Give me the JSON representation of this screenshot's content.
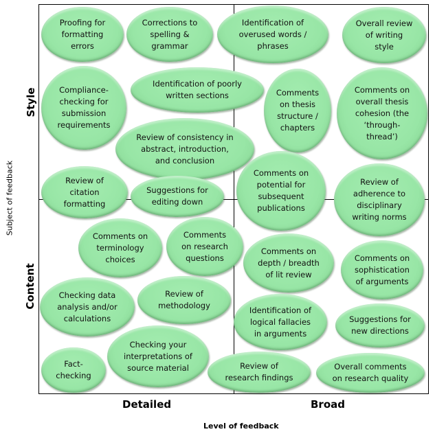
{
  "axes": {
    "x_title": "Level of feedback",
    "y_title": "Subject of feedback",
    "x_categories": [
      "Detailed",
      "Broad"
    ],
    "y_categories": [
      "Style",
      "Content"
    ]
  },
  "quadrants": {
    "style_detailed": [
      "Proofing for\nformatting\nerrors",
      "Corrections to\nspelling &\ngrammar",
      "Compliance-\nchecking for\nsubmission\nrequirements",
      "Identification of poorly\nwritten sections",
      "Review of consistency in\nabstract, introduction,\nand conclusion",
      "Review of\ncitation\nformatting",
      "Suggestions for\nediting down"
    ],
    "style_broad": [
      "Identification of\noverused words /\nphrases",
      "Overall review\nof writing\nstyle",
      "Comments\non thesis\nstructure /\nchapters",
      "Comments on\noverall thesis\ncohesion (the\n‘through-\nthread’)",
      "Comments on\npotential for\nsubsequent\npublications",
      "Review of\nadherence to\ndisciplinary\nwriting norms"
    ],
    "content_detailed": [
      "Comments on\nterminology\nchoices",
      "Comments\non research\nquestions",
      "Checking data\nanalysis and/or\ncalculations",
      "Review of\nmethodology",
      "Checking your\ninterpretations of\nsource material",
      "Fact-\nchecking"
    ],
    "content_broad": [
      "Comments on\ndepth / breadth\nof lit review",
      "Comments on\nsophistication\nof arguments",
      "Identification of\nlogical fallacies\nin arguments",
      "Suggestions for\nnew directions",
      "Review of\nresearch findings",
      "Overall comments\non research quality"
    ]
  },
  "colors": {
    "bubble_fill": "#98e6a6",
    "bubble_edge": "#5a9d67",
    "line": "#000000"
  }
}
